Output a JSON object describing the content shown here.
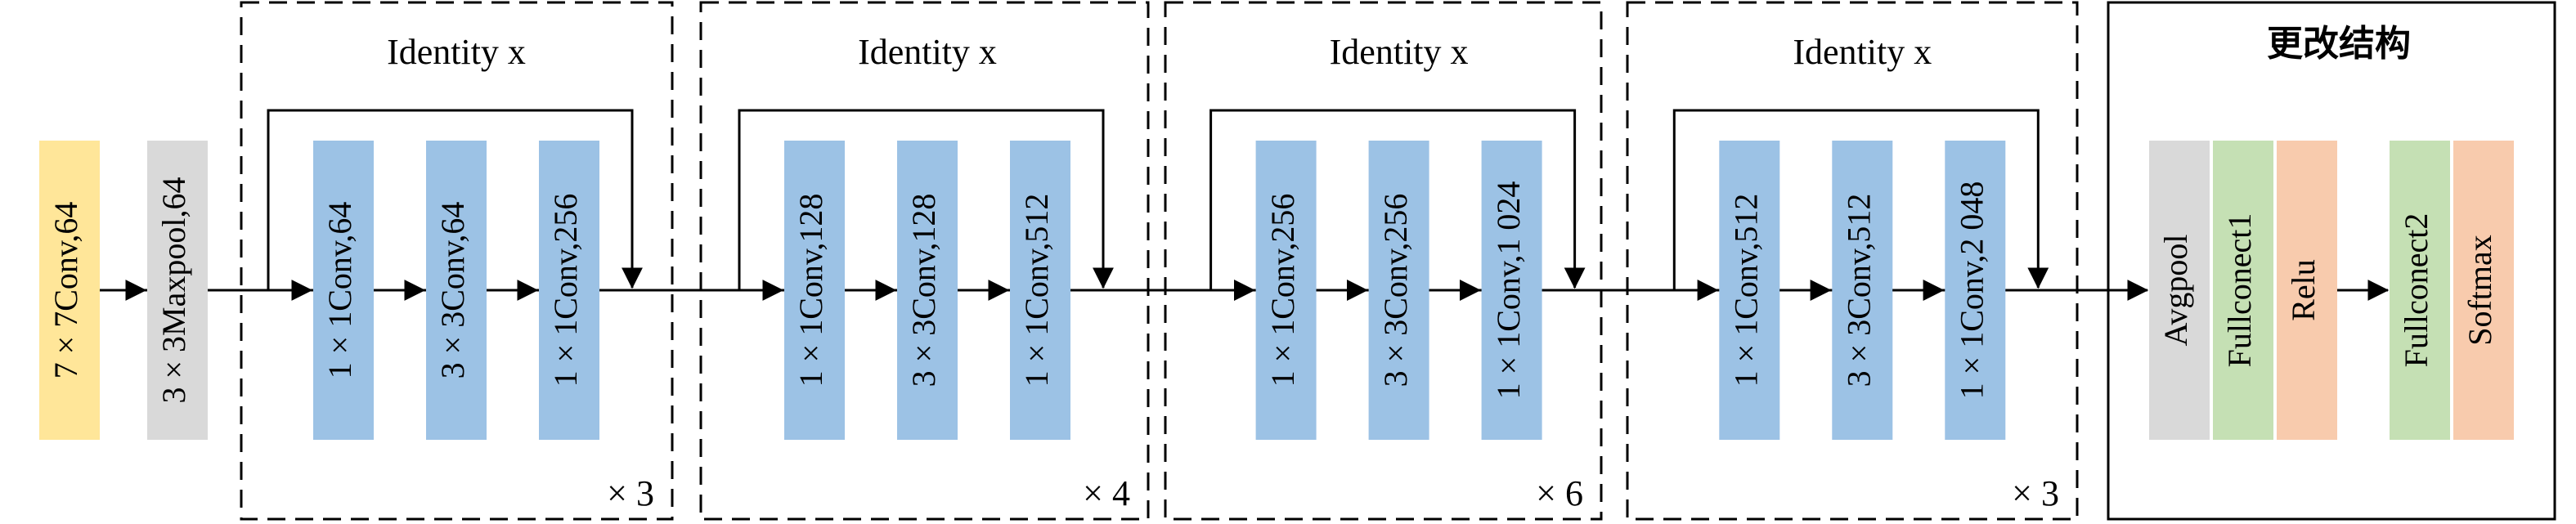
{
  "colors": {
    "conv_block": "#9cc2e5",
    "first_conv": "#ffe699",
    "pool": "#d9d9d9",
    "fc": "#c5e0b4",
    "activation": "#f8cbad",
    "line": "#000000"
  },
  "stem": {
    "conv_label": "7 × 7Conv,64",
    "pool_label": "3 × 3Maxpool,64"
  },
  "stages": [
    {
      "identity_label": "Identity x",
      "repeat_label": "× 3",
      "blocks": [
        "1 × 1Conv,64",
        "3 × 3Conv,64",
        "1 × 1Conv,256"
      ]
    },
    {
      "identity_label": "Identity x",
      "repeat_label": "× 4",
      "blocks": [
        "1 × 1Conv,128",
        "3 × 3Conv,128",
        "1 × 1Conv,512"
      ]
    },
    {
      "identity_label": "Identity x",
      "repeat_label": "× 6",
      "blocks": [
        "1 × 1Conv,256",
        "3 × 3Conv,256",
        "1 × 1Conv,1 024"
      ]
    },
    {
      "identity_label": "Identity x",
      "repeat_label": "× 3",
      "blocks": [
        "1 × 1Conv,512",
        "3 × 3Conv,512",
        "1 × 1Conv,2 048"
      ]
    }
  ],
  "head": {
    "title": "更改结构",
    "blocks": [
      {
        "label": "Avgpool",
        "kind": "pool"
      },
      {
        "label": "Fullconect1",
        "kind": "fc"
      },
      {
        "label": "Relu",
        "kind": "activation"
      },
      {
        "label": "Fullconect2",
        "kind": "fc"
      },
      {
        "label": "Softmax",
        "kind": "activation"
      }
    ]
  }
}
